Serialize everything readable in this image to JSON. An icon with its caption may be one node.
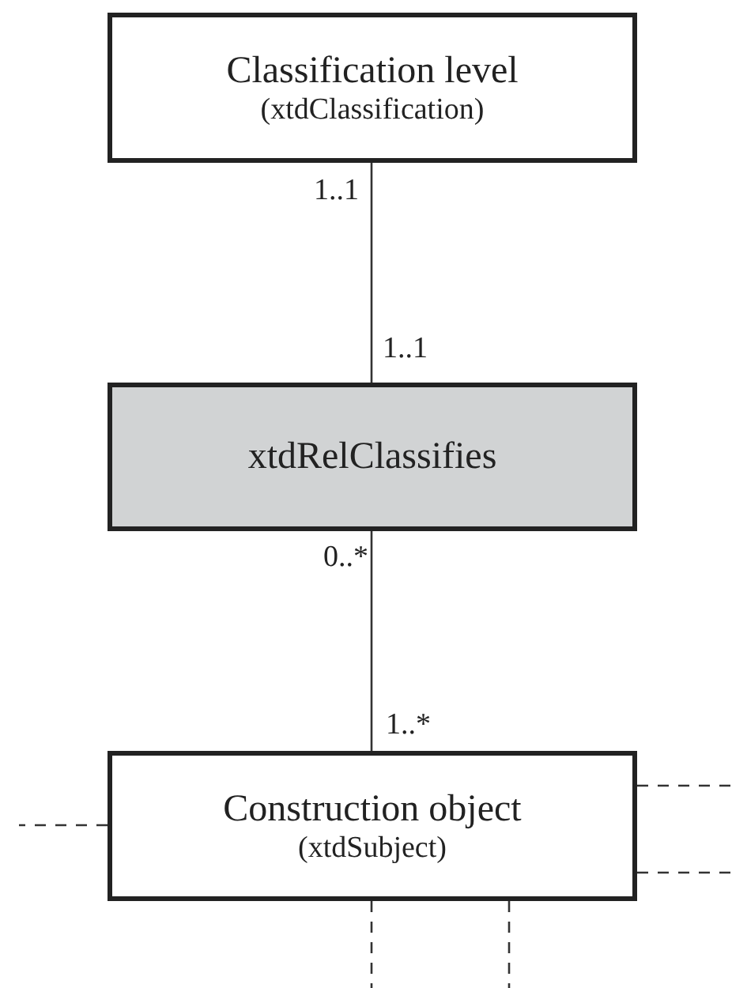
{
  "diagram": {
    "nodes": [
      {
        "text": [
          "Classification level",
          "(xtdClassification)"
        ]
      },
      {
        "text": [
          "xtdRelClassifies"
        ]
      },
      {
        "text": [
          "Construction object",
          "(xtdSubject)"
        ]
      }
    ],
    "edges": [
      {
        "from": 0,
        "to": 1,
        "arrow": "none"
      },
      {
        "from": 1,
        "to": 2,
        "arrow": "none"
      },
      {
        "from": 2,
        "to": null,
        "arrow": "none",
        "style": "dashed"
      },
      {
        "from": 2,
        "to": null,
        "arrow": "none",
        "style": "dashed"
      },
      {
        "from": 2,
        "to": null,
        "arrow": "none",
        "style": "dashed"
      },
      {
        "from": 2,
        "to": null,
        "arrow": "none",
        "style": "dashed"
      },
      {
        "from": 2,
        "to": null,
        "arrow": "none",
        "style": "dashed"
      }
    ],
    "labels": [
      "1..1",
      "1..1",
      "0..*",
      "1..*"
    ]
  }
}
